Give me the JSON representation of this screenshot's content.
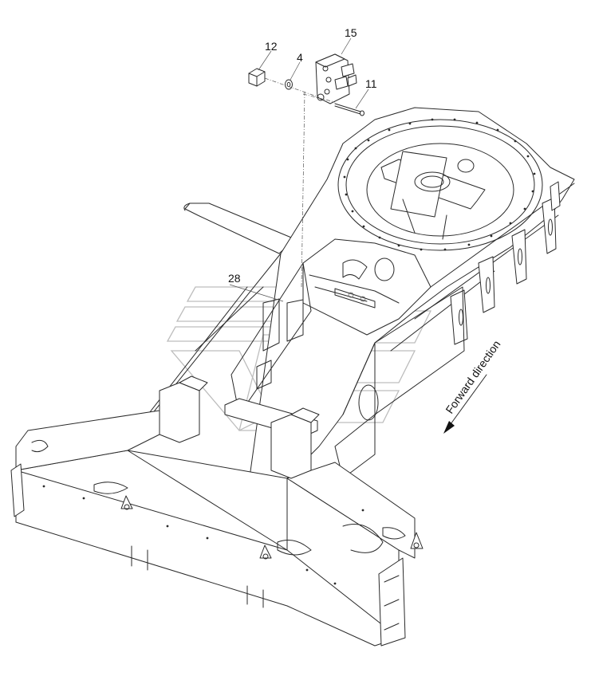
{
  "callouts": [
    {
      "id": "c12",
      "label": "12"
    },
    {
      "id": "c4",
      "label": "4"
    },
    {
      "id": "c15",
      "label": "15"
    },
    {
      "id": "c11",
      "label": "11"
    },
    {
      "id": "c28",
      "label": "28"
    }
  ],
  "annotation": {
    "direction_label": "Forward direction"
  }
}
